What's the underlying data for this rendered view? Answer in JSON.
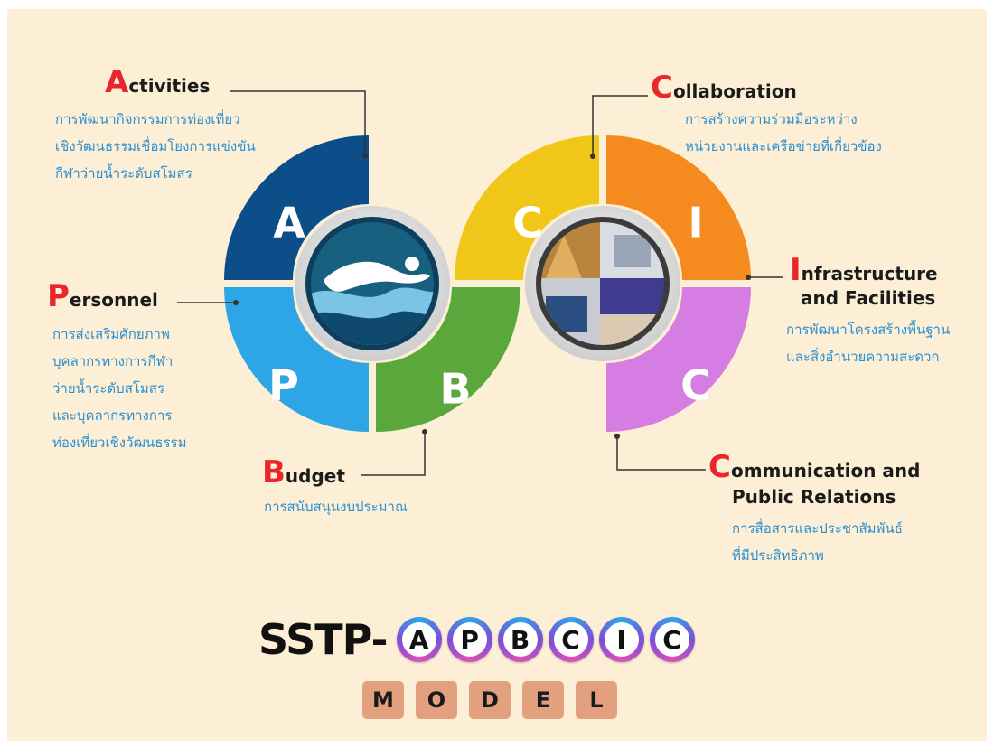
{
  "segments": {
    "activities": {
      "letter": "A",
      "color": "#0c4e8a"
    },
    "personnel": {
      "letter": "P",
      "color": "#2ea6e6"
    },
    "budget": {
      "letter": "B",
      "color": "#5aa83b"
    },
    "collaboration": {
      "letter": "C",
      "color": "#f0c719"
    },
    "infrastructure": {
      "letter": "I",
      "color": "#f58b1f"
    },
    "communication": {
      "letter": "C",
      "color": "#d57de3"
    }
  },
  "labels": {
    "activities": {
      "initial": "A",
      "rest": "ctivities",
      "desc": [
        "การพัฒนากิจกรรมการท่องเที่ยว",
        "เชิงวัฒนธรรมเชื่อมโยงการแข่งขัน",
        "กีฬาว่ายน้ำระดับสโมสร"
      ]
    },
    "personnel": {
      "initial": "P",
      "rest": "ersonnel",
      "desc": [
        "การส่งเสริมศักยภาพ",
        "บุคลากรทางการกีฬา",
        "ว่ายน้ำระดับสโมสร",
        "และบุคลากรทางการ",
        "ท่องเที่ยวเชิงวัฒนธรรม"
      ]
    },
    "budget": {
      "initial": "B",
      "rest": "udget",
      "desc": [
        "การสนับสนุนงบประมาณ"
      ]
    },
    "collaboration": {
      "initial": "C",
      "rest": "ollaboration",
      "desc": [
        "การสร้างความร่วมมือระหว่าง",
        "หน่วยงานและเครือข่ายที่เกี่ยวข้อง"
      ]
    },
    "infrastructure": {
      "initial": "I",
      "rest": "nfrastructure",
      "line2": "and Facilities",
      "desc": [
        "การพัฒนาโครงสร้างพื้นฐาน",
        "และสิ่งอำนวยความสะดวก"
      ]
    },
    "communication": {
      "initial": "C",
      "rest": "ommunication and",
      "line2": "Public Relations",
      "desc": [
        "การสื่อสารและประชาสัมพันธ์",
        "ที่มีประสิทธิภาพ"
      ]
    }
  },
  "footer": {
    "prefix": "SSTP-",
    "letters": [
      "A",
      "P",
      "B",
      "C",
      "I",
      "C"
    ],
    "model": [
      "M",
      "O",
      "D",
      "E",
      "L"
    ]
  }
}
